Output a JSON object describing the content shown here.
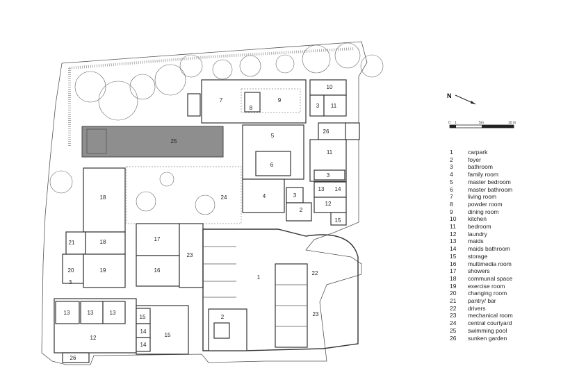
{
  "north_label": "N",
  "scale": {
    "ticks": [
      "0",
      "1",
      "5m",
      "10 m"
    ]
  },
  "legend": [
    {
      "num": "1",
      "label": "carpark"
    },
    {
      "num": "2",
      "label": "foyer"
    },
    {
      "num": "3",
      "label": "bathroom"
    },
    {
      "num": "4",
      "label": "family room"
    },
    {
      "num": "5",
      "label": "master bedroom"
    },
    {
      "num": "6",
      "label": "master bathroom"
    },
    {
      "num": "7",
      "label": "living room"
    },
    {
      "num": "8",
      "label": "powder room"
    },
    {
      "num": "9",
      "label": "dining room"
    },
    {
      "num": "10",
      "label": "kitchen"
    },
    {
      "num": "11",
      "label": "bedroom"
    },
    {
      "num": "12",
      "label": "laundry"
    },
    {
      "num": "13",
      "label": "maids"
    },
    {
      "num": "14",
      "label": "maids bathroom"
    },
    {
      "num": "15",
      "label": "storage"
    },
    {
      "num": "16",
      "label": "multimedia room"
    },
    {
      "num": "17",
      "label": "showers"
    },
    {
      "num": "18",
      "label": "communal space"
    },
    {
      "num": "19",
      "label": "exercise room"
    },
    {
      "num": "20",
      "label": "changing room"
    },
    {
      "num": "21",
      "label": "pantry/ bar"
    },
    {
      "num": "22",
      "label": "drivers"
    },
    {
      "num": "23",
      "label": "mechanical room"
    },
    {
      "num": "24",
      "label": "central courtyard"
    },
    {
      "num": "25",
      "label": "swimming pool"
    },
    {
      "num": "26",
      "label": "sunken garden"
    }
  ],
  "room_labels": [
    "7",
    "9",
    "8",
    "10",
    "3",
    "11",
    "26",
    "5",
    "25",
    "11",
    "6",
    "3",
    "18",
    "4",
    "3",
    "13",
    "14",
    "2",
    "12",
    "24",
    "15",
    "21",
    "18",
    "17",
    "20",
    "19",
    "16",
    "23",
    "1",
    "22",
    "3",
    "13",
    "13",
    "13",
    "15",
    "23",
    "12",
    "15",
    "14",
    "2",
    "14",
    "26"
  ]
}
